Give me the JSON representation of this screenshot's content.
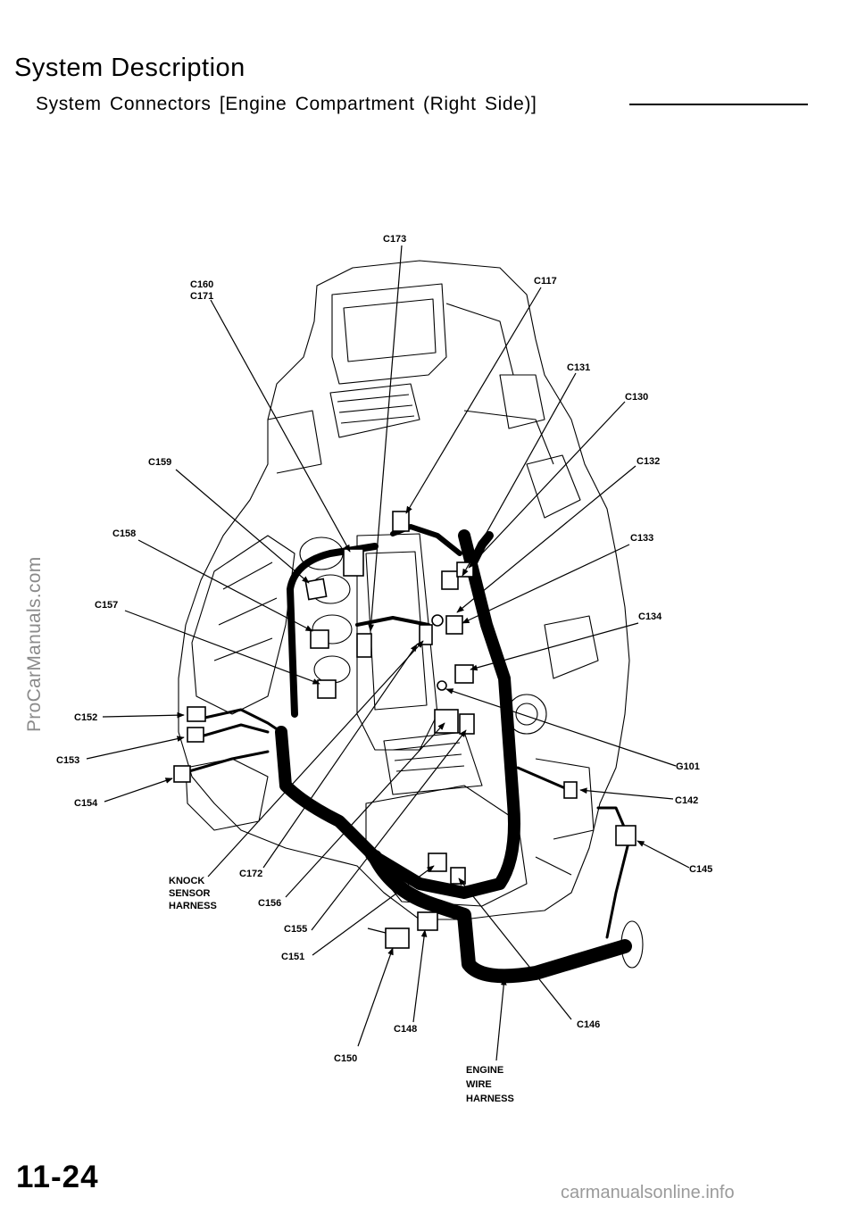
{
  "header": {
    "title": "System Description",
    "subtitle": "System Connectors [Engine Compartment (Right Side)]"
  },
  "diagram": {
    "labels": {
      "c173": "C173",
      "c160_c171": [
        "C160",
        "C171"
      ],
      "c117": "C117",
      "c131": "C131",
      "c130": "C130",
      "c159": "C159",
      "c132": "C132",
      "c158": "C158",
      "c133": "C133",
      "c157": "C157",
      "c134": "C134",
      "c152": "C152",
      "c153": "C153",
      "g101": "G101",
      "c154": "C154",
      "c142": "C142",
      "c145": "C145",
      "knock_sensor_harness": [
        "KNOCK",
        "SENSOR",
        "HARNESS"
      ],
      "c172": "C172",
      "c156": "C156",
      "c155": "C155",
      "c151": "C151",
      "c146": "C146",
      "c148": "C148",
      "c150": "C150",
      "engine_wire_harness": [
        "ENGINE",
        "WIRE",
        "HARNESS"
      ]
    }
  },
  "footer": {
    "page_number": "11-24",
    "watermark_left": "ProCarManuals.com",
    "watermark_bottom": "carmanualsonline.info"
  }
}
